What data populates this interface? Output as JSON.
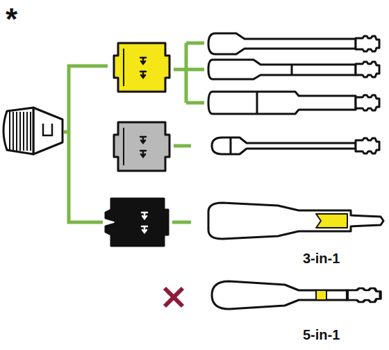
{
  "diagram": {
    "labels": [
      "*",
      "3-in-1",
      "5-in-1"
    ]
  }
}
